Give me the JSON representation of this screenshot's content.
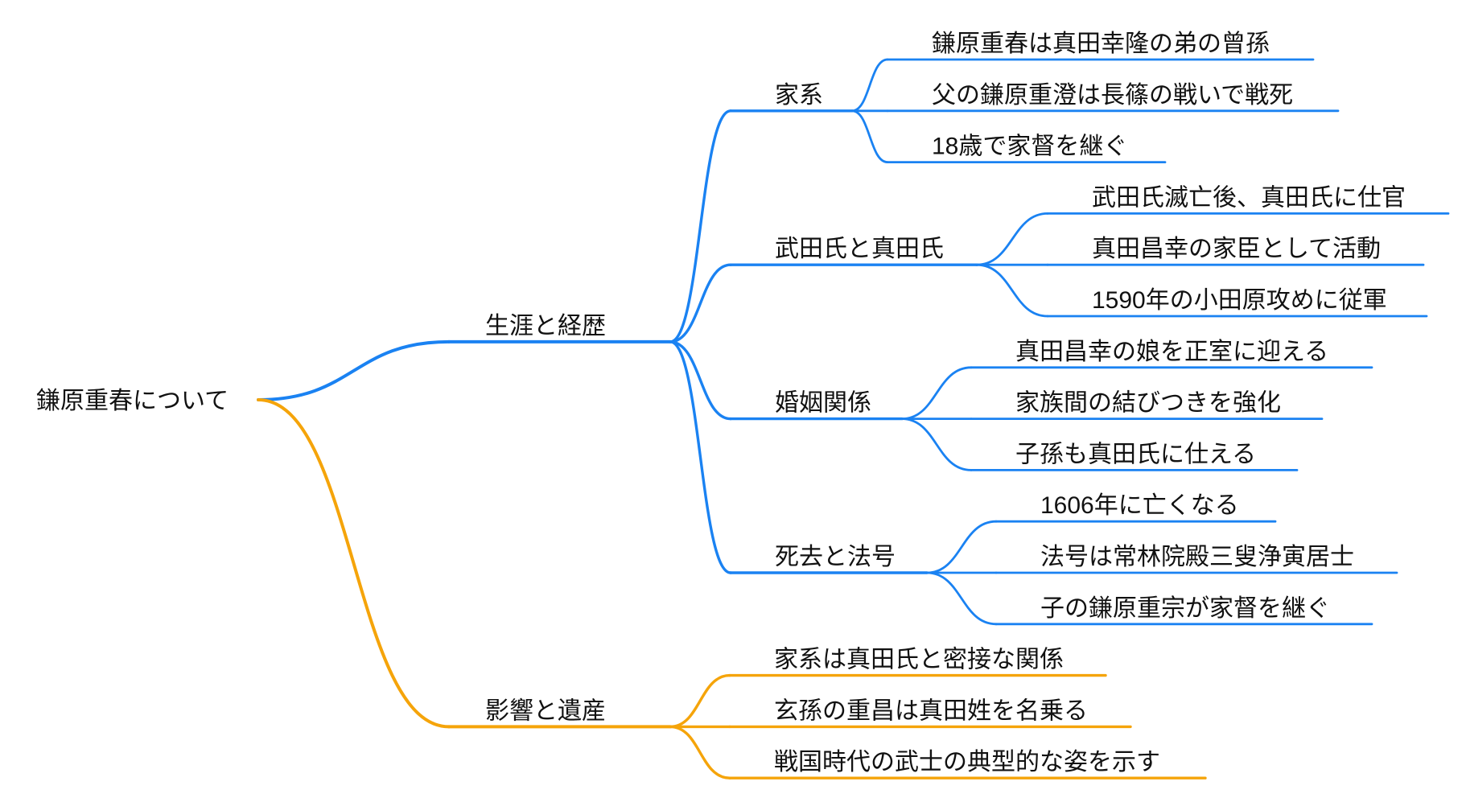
{
  "diagram": {
    "type": "mindmap",
    "colors": {
      "branch_life": "#1a82f2",
      "branch_legacy": "#f5a40a",
      "text": "#111111",
      "background": "#ffffff"
    },
    "root": {
      "label": "鎌原重春について",
      "children": [
        {
          "label": "生涯と経歴",
          "color": "#1a82f2",
          "children": [
            {
              "label": "家系",
              "children": [
                {
                  "label": "鎌原重春は真田幸隆の弟の曾孫"
                },
                {
                  "label": "父の鎌原重澄は長篠の戦いで戦死"
                },
                {
                  "label": "18歳で家督を継ぐ"
                }
              ]
            },
            {
              "label": "武田氏と真田氏",
              "children": [
                {
                  "label": "武田氏滅亡後、真田氏に仕官"
                },
                {
                  "label": "真田昌幸の家臣として活動"
                },
                {
                  "label": "1590年の小田原攻めに従軍"
                }
              ]
            },
            {
              "label": "婚姻関係",
              "children": [
                {
                  "label": "真田昌幸の娘を正室に迎える"
                },
                {
                  "label": "家族間の結びつきを強化"
                },
                {
                  "label": "子孫も真田氏に仕える"
                }
              ]
            },
            {
              "label": "死去と法号",
              "children": [
                {
                  "label": "1606年に亡くなる"
                },
                {
                  "label": "法号は常林院殿三叟浄寅居士"
                },
                {
                  "label": "子の鎌原重宗が家督を継ぐ"
                }
              ]
            }
          ]
        },
        {
          "label": "影響と遺産",
          "color": "#f5a40a",
          "children": [
            {
              "label": "家系は真田氏と密接な関係"
            },
            {
              "label": "玄孫の重昌は真田姓を名乗る"
            },
            {
              "label": "戦国時代の武士の典型的な姿を示す"
            }
          ]
        }
      ]
    }
  }
}
